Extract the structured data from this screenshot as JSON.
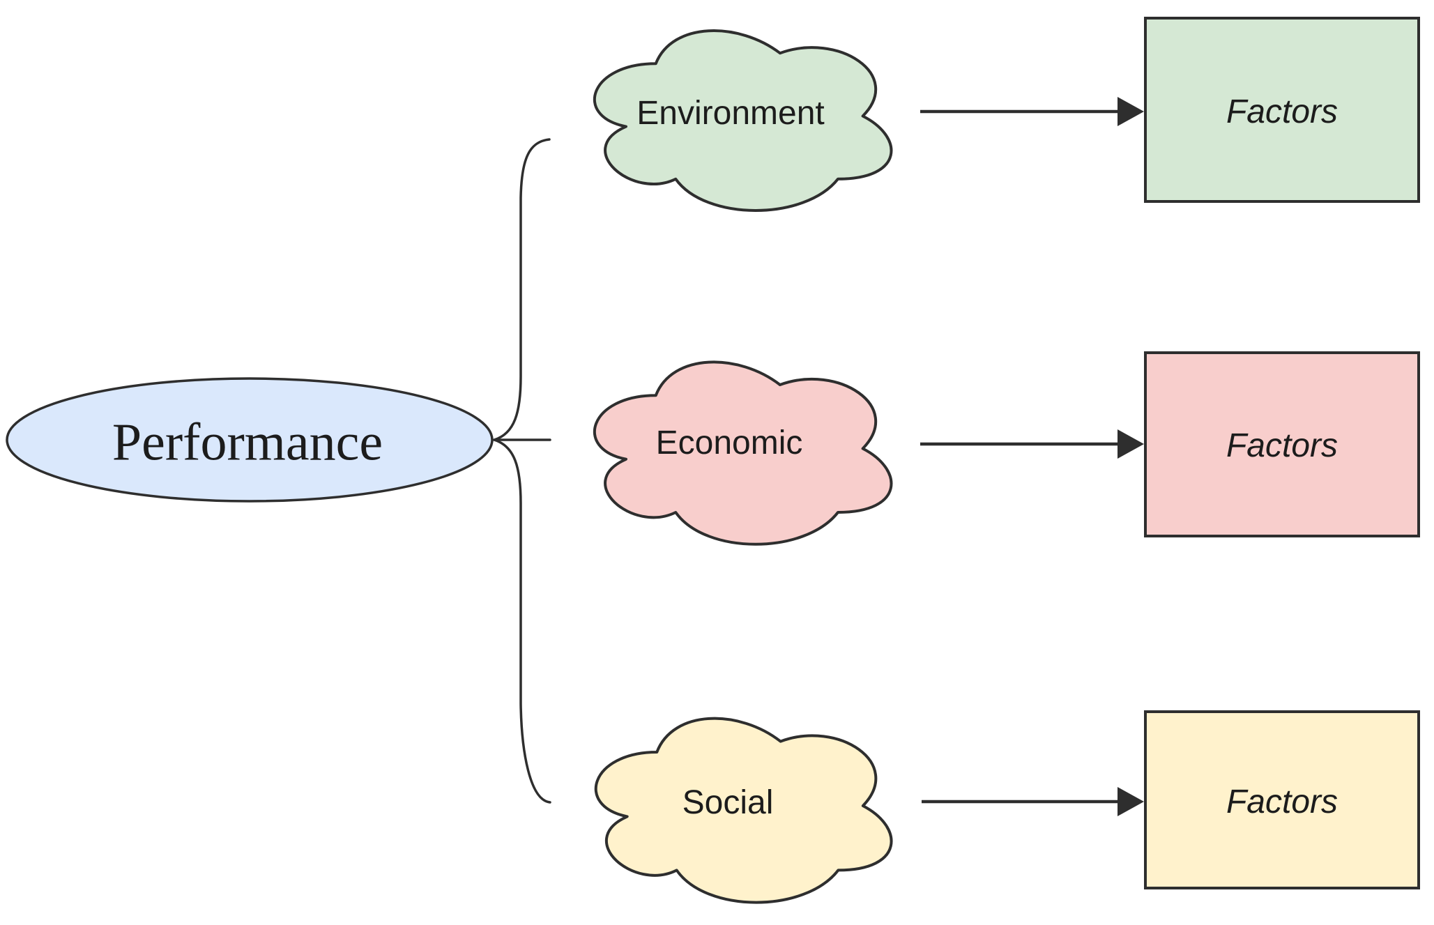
{
  "diagram": {
    "root": {
      "label": "Performance",
      "fill": "#dae8fc"
    },
    "branches": [
      {
        "label": "Environment",
        "fill": "#d5e8d4",
        "factor": {
          "label": "Factors",
          "fill": "#d5e8d4"
        }
      },
      {
        "label": "Economic",
        "fill": "#f8cecc",
        "factor": {
          "label": "Factors",
          "fill": "#f8cecc"
        }
      },
      {
        "label": "Social",
        "fill": "#fff2cc",
        "factor": {
          "label": "Factors",
          "fill": "#fff2cc"
        }
      }
    ],
    "colors": {
      "stroke": "#2e2e2e",
      "text": "#1c1c1c",
      "background": "#ffffff"
    }
  }
}
